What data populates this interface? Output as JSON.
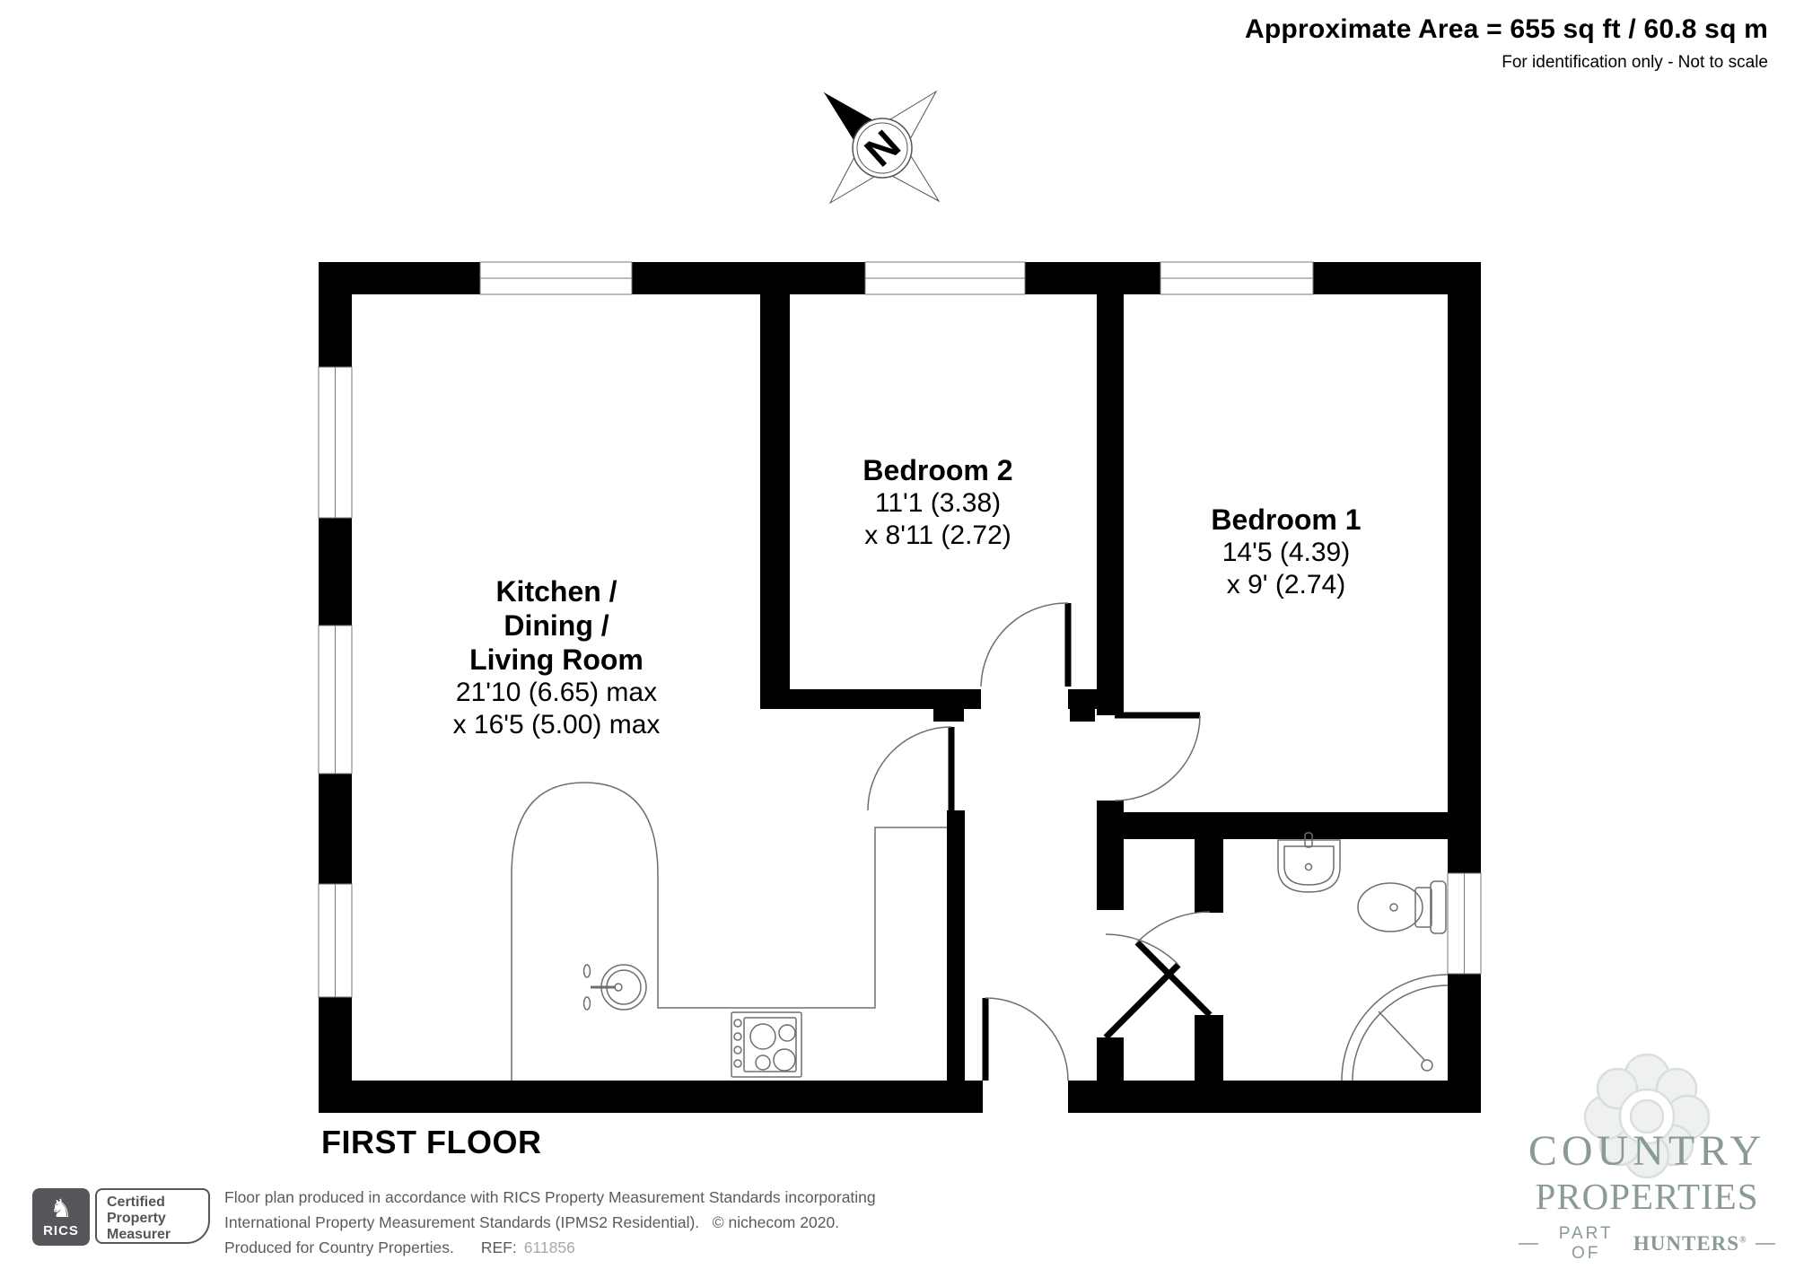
{
  "colors": {
    "wall_black": "#000000",
    "thin_line_grey": "#6e6e6e",
    "footer_grey": "#54565a",
    "ref_grey": "#a7a9ac",
    "brand_sage": "#8a9b96",
    "brand_emblem_light": "#dfe5e1"
  },
  "header": {
    "approx_area": "Approximate Area = 655 sq ft / 60.8 sq m",
    "identification": "For identification only - Not to scale"
  },
  "compass": {
    "label": "N"
  },
  "plan": {
    "floor_label": "FIRST FLOOR",
    "rooms": [
      {
        "id": "kitchen-dining-living",
        "name_lines": [
          "Kitchen /",
          "Dining /",
          "Living Room"
        ],
        "dims": [
          "21'10 (6.65) max",
          "x 16'5 (5.00) max"
        ]
      },
      {
        "id": "bedroom-2",
        "name_lines": [
          "Bedroom 2"
        ],
        "dims": [
          "11'1 (3.38)",
          "x 8'11 (2.72)"
        ]
      },
      {
        "id": "bedroom-1",
        "name_lines": [
          "Bedroom 1"
        ],
        "dims": [
          "14'5 (4.39)",
          "x 9' (2.74)"
        ]
      }
    ]
  },
  "footer": {
    "rics_logo": {
      "text": "RICS",
      "icon": "lion-rampant"
    },
    "certified_lines": [
      "Certified",
      "Property",
      "Measurer"
    ],
    "disclaimer_line1": "Floor plan produced in accordance with RICS Property Measurement Standards incorporating",
    "disclaimer_line2": "International Property Measurement Standards (IPMS2 Residential).   © nichecom 2020.",
    "disclaimer_line3": "Produced for Country Properties.",
    "ref_label": "REF:",
    "ref_value": "611856",
    "brand": {
      "name_line1": "COUNTRY",
      "name_line2": "PROPERTIES",
      "part_of": "PART OF",
      "network": "HUNTERS",
      "reg": "®",
      "emblem": "rose-emblem"
    }
  }
}
